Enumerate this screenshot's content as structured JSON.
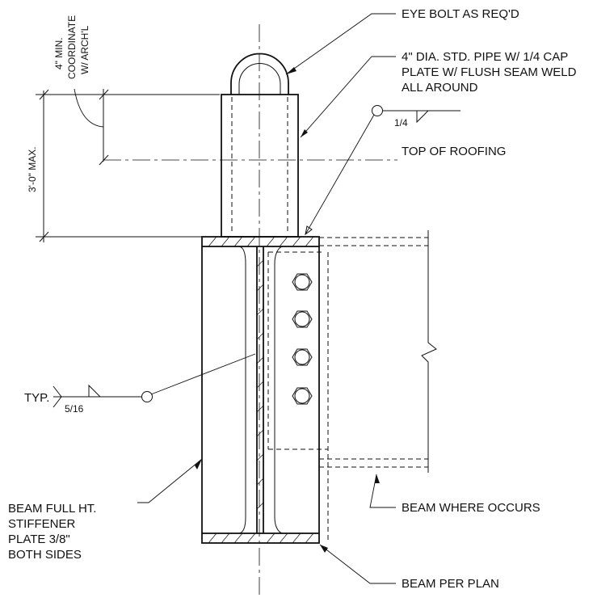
{
  "labels": {
    "eye_bolt": "EYE BOLT AS REQ'D",
    "pipe_1": "4\" DIA. STD. PIPE W/ 1/4 CAP",
    "pipe_2": "PLATE W/ FLUSH SEAM WELD",
    "pipe_3": "ALL AROUND",
    "top_of_roofing": "TOP OF ROOFING",
    "weld_quarter": "1/4",
    "coord_1": "4\" MIN.",
    "coord_2": "COORDINATE",
    "coord_3": "W/ ARCH'L",
    "max_height": "3'-0\" MAX.",
    "typ": "TYP.",
    "weld_five_sixteenths": "5/16",
    "stiffener_1": "BEAM FULL HT.",
    "stiffener_2": "STIFFENER",
    "stiffener_3": "PLATE 3/8\"",
    "stiffener_4": "BOTH SIDES",
    "beam_where_occurs": "BEAM WHERE OCCURS",
    "beam_per_plan": "BEAM PER PLAN"
  },
  "bolt_count": 4,
  "colors": {
    "line": "#111111",
    "background": "#ffffff"
  }
}
